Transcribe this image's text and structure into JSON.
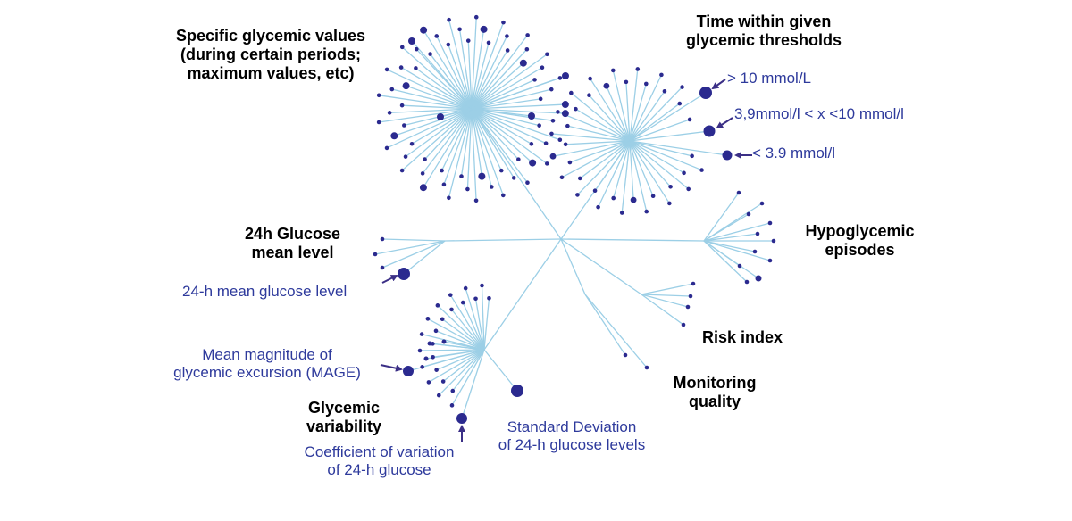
{
  "colors": {
    "branch": "#9ccfe6",
    "node": "#2b2a8f",
    "arrow": "#3b2f86",
    "category_text": "#000000",
    "subtitle_text": "#2e3a9c"
  },
  "categories": {
    "specific": [
      "Specific glycemic values",
      "(during certain periods;",
      "maximum values, etc)"
    ],
    "time_within": [
      "Time within given",
      "glycemic thresholds"
    ],
    "mean_level": [
      "24h Glucose",
      "mean level"
    ],
    "hypoglycemic": [
      "Hypoglycemic",
      "episodes"
    ],
    "risk_index": [
      "Risk index"
    ],
    "monitoring": [
      "Monitoring",
      "quality"
    ],
    "variability": [
      "Glycemic",
      "variability"
    ]
  },
  "annotations": {
    "gt10": [
      ">  10 mmol/L"
    ],
    "between": [
      "3,9mmol/l < x <10 mmol/l"
    ],
    "lt39": [
      "< 3.9 mmol/l"
    ],
    "mean_glucose": [
      "24-h mean glucose level"
    ],
    "mage": [
      "Mean magnitude of",
      "glycemic excursion  (MAGE)"
    ],
    "cv": [
      "Coefficient of variation",
      "of 24-h glucose"
    ],
    "sd": [
      "Standard Deviation",
      "of 24-h glucose levels"
    ]
  }
}
